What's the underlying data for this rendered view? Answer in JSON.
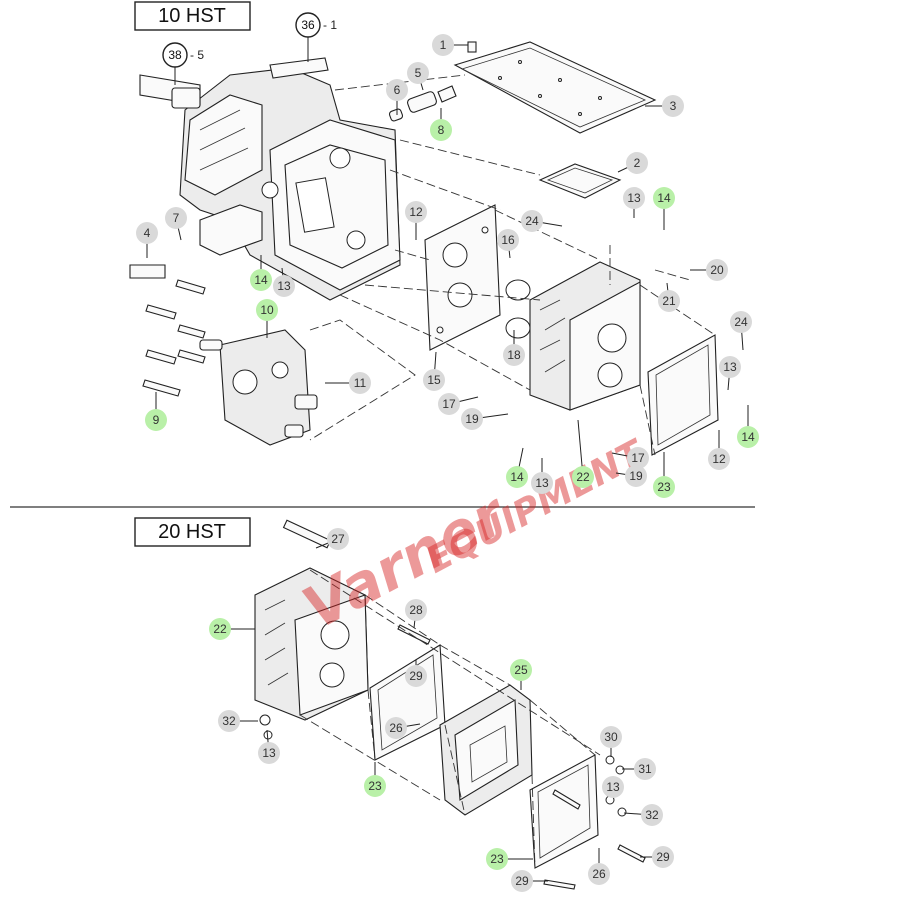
{
  "sections": [
    {
      "id": "10hst",
      "title": "10 HST"
    },
    {
      "id": "20hst",
      "title": "20 HST"
    }
  ],
  "watermark": {
    "text_script": "Varner",
    "text_block": "EQUIPMENT",
    "color": "#d62020"
  },
  "colors": {
    "grey_badge": "#d9d9d9",
    "green_badge": "#b9f0a8"
  },
  "callouts": [
    {
      "n": "1",
      "c": "grey"
    },
    {
      "n": "2",
      "c": "grey"
    },
    {
      "n": "3",
      "c": "grey"
    },
    {
      "n": "4",
      "c": "grey"
    },
    {
      "n": "5",
      "c": "grey"
    },
    {
      "n": "6",
      "c": "grey"
    },
    {
      "n": "7",
      "c": "grey"
    },
    {
      "n": "8",
      "c": "green"
    },
    {
      "n": "9",
      "c": "green"
    },
    {
      "n": "10",
      "c": "green"
    },
    {
      "n": "11",
      "c": "grey"
    },
    {
      "n": "12",
      "c": "grey"
    },
    {
      "n": "13",
      "c": "grey"
    },
    {
      "n": "14",
      "c": "green"
    },
    {
      "n": "16",
      "c": "grey"
    },
    {
      "n": "24",
      "c": "grey"
    },
    {
      "n": "13",
      "c": "grey"
    },
    {
      "n": "14",
      "c": "green"
    },
    {
      "n": "20",
      "c": "grey"
    },
    {
      "n": "21",
      "c": "grey"
    },
    {
      "n": "24",
      "c": "grey"
    },
    {
      "n": "18",
      "c": "grey"
    },
    {
      "n": "15",
      "c": "grey"
    },
    {
      "n": "13",
      "c": "grey"
    },
    {
      "n": "14",
      "c": "green"
    },
    {
      "n": "17",
      "c": "grey"
    },
    {
      "n": "19",
      "c": "grey"
    },
    {
      "n": "14",
      "c": "green"
    },
    {
      "n": "13",
      "c": "grey"
    },
    {
      "n": "22",
      "c": "green"
    },
    {
      "n": "17",
      "c": "grey"
    },
    {
      "n": "19",
      "c": "grey"
    },
    {
      "n": "23",
      "c": "green"
    },
    {
      "n": "12",
      "c": "grey"
    },
    {
      "n": "27",
      "c": "grey"
    },
    {
      "n": "22",
      "c": "green"
    },
    {
      "n": "28",
      "c": "grey"
    },
    {
      "n": "29",
      "c": "grey"
    },
    {
      "n": "25",
      "c": "green"
    },
    {
      "n": "26",
      "c": "grey"
    },
    {
      "n": "32",
      "c": "grey"
    },
    {
      "n": "13",
      "c": "grey"
    },
    {
      "n": "23",
      "c": "green"
    },
    {
      "n": "30",
      "c": "grey"
    },
    {
      "n": "31",
      "c": "grey"
    },
    {
      "n": "13",
      "c": "grey"
    },
    {
      "n": "32",
      "c": "grey"
    },
    {
      "n": "23",
      "c": "green"
    },
    {
      "n": "29",
      "c": "grey"
    },
    {
      "n": "26",
      "c": "grey"
    },
    {
      "n": "29",
      "c": "grey"
    }
  ],
  "ring_callouts": [
    {
      "n": "36",
      "suffix": "- 1"
    },
    {
      "n": "38",
      "suffix": "- 5"
    }
  ]
}
